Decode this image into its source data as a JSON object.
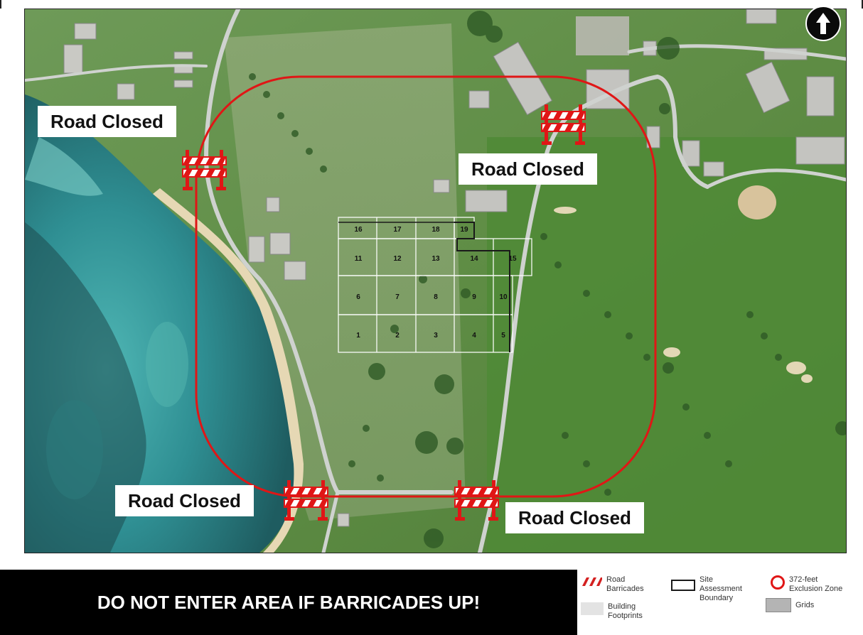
{
  "map": {
    "road_closed_labels": [
      {
        "id": "nw",
        "text": "Road Closed"
      },
      {
        "id": "ne",
        "text": "Road Closed"
      },
      {
        "id": "sw",
        "text": "Road Closed"
      },
      {
        "id": "se",
        "text": "Road Closed"
      }
    ],
    "grid_numbers": [
      "1",
      "2",
      "3",
      "4",
      "5",
      "6",
      "7",
      "8",
      "9",
      "10",
      "11",
      "12",
      "13",
      "14",
      "15",
      "16",
      "17",
      "18",
      "19"
    ],
    "north_arrow_icon": "north-arrow-icon",
    "colors": {
      "exclusion_zone": "#e01616",
      "barricade": "#e01616",
      "grid_lines": "#ffffff",
      "site_boundary": "#1a1a1a",
      "banner_bg": "#000000",
      "banner_text": "#ffffff"
    }
  },
  "banner": {
    "warning_text": "DO NOT ENTER AREA IF BARRICADES UP!"
  },
  "legend": {
    "road_barricades": "Road\nBarricades",
    "building_footprints": "Building\nFootprints",
    "site_assessment_boundary": "Site\nAssessment\nBoundary",
    "grids": "Grids",
    "exclusion_zone": "372-feet\nExclusion Zone"
  }
}
